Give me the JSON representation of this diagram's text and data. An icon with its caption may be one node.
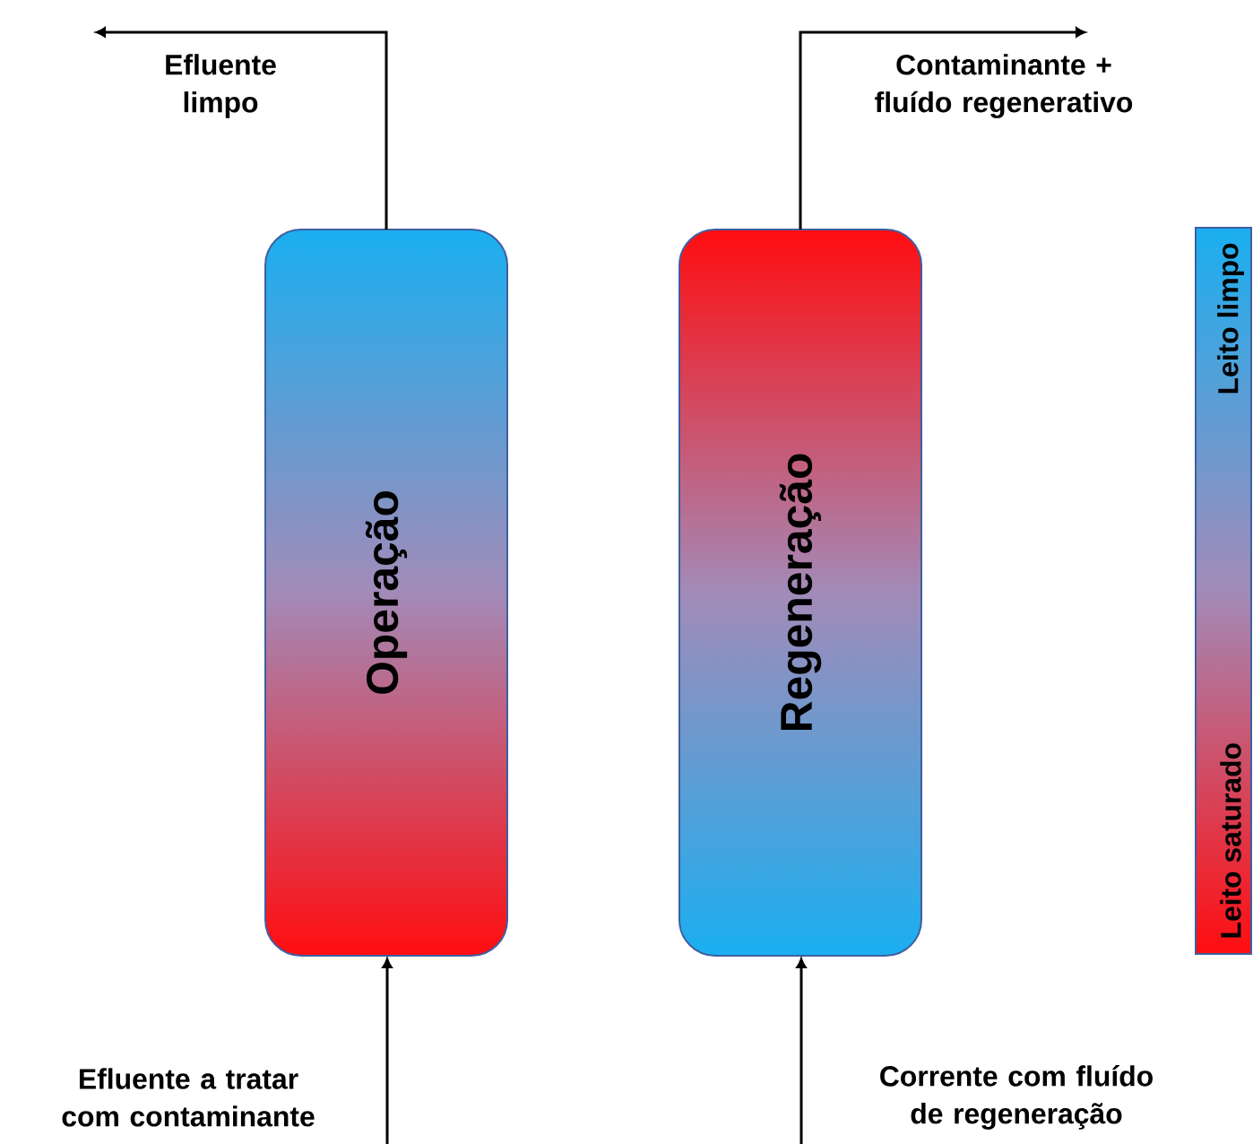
{
  "diagram": {
    "nodes": [
      {
        "text": [
          "Operação"
        ]
      },
      {
        "text": [
          "Regeneração"
        ]
      },
      {
        "text": [
          "Leito limpo",
          "Leito saturado"
        ]
      }
    ],
    "edges": [
      {
        "from": null,
        "to": 0,
        "arrow": "to",
        "label": "Efluente a tratar com contaminante"
      },
      {
        "from": 0,
        "to": null,
        "arrow": "to",
        "label": "Efluente limpo"
      },
      {
        "from": null,
        "to": 1,
        "arrow": "to",
        "label": "Corrente com fluído de regeneração"
      },
      {
        "from": 1,
        "to": null,
        "arrow": "to",
        "label": "Contaminante + fluído regenerativo"
      }
    ]
  }
}
